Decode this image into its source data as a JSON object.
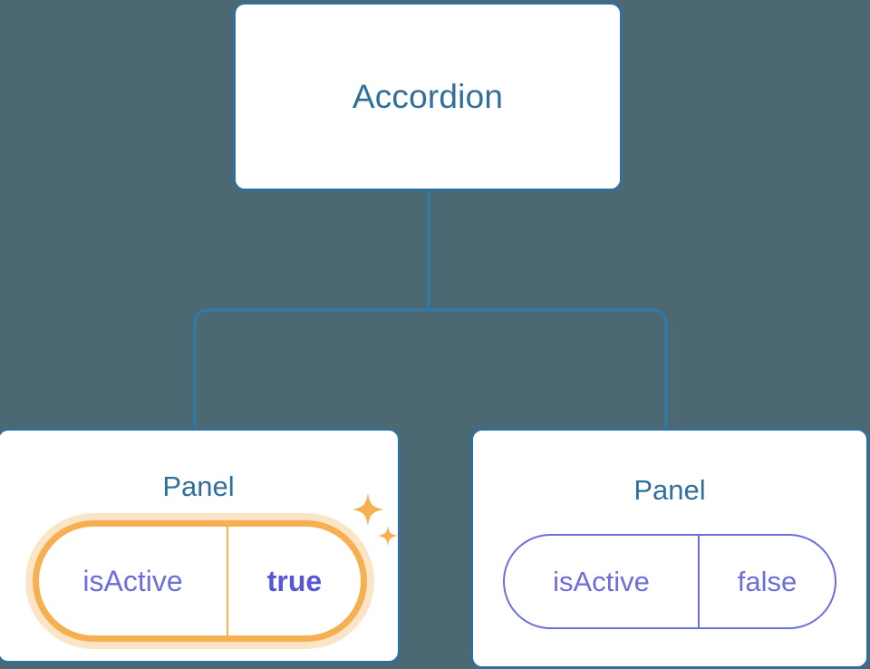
{
  "diagram": {
    "type": "component-tree",
    "background_color": "#4c6873",
    "accent_color": "#32709b",
    "highlight_color": "#f6b052",
    "prop_color": "#6b6edb",
    "root": {
      "label": "Accordion"
    },
    "children": [
      {
        "label": "Panel",
        "highlighted": true,
        "prop": {
          "key": "isActive",
          "value": "true"
        },
        "decoration": "sparkles-icon"
      },
      {
        "label": "Panel",
        "highlighted": false,
        "prop": {
          "key": "isActive",
          "value": "false"
        }
      }
    ]
  }
}
